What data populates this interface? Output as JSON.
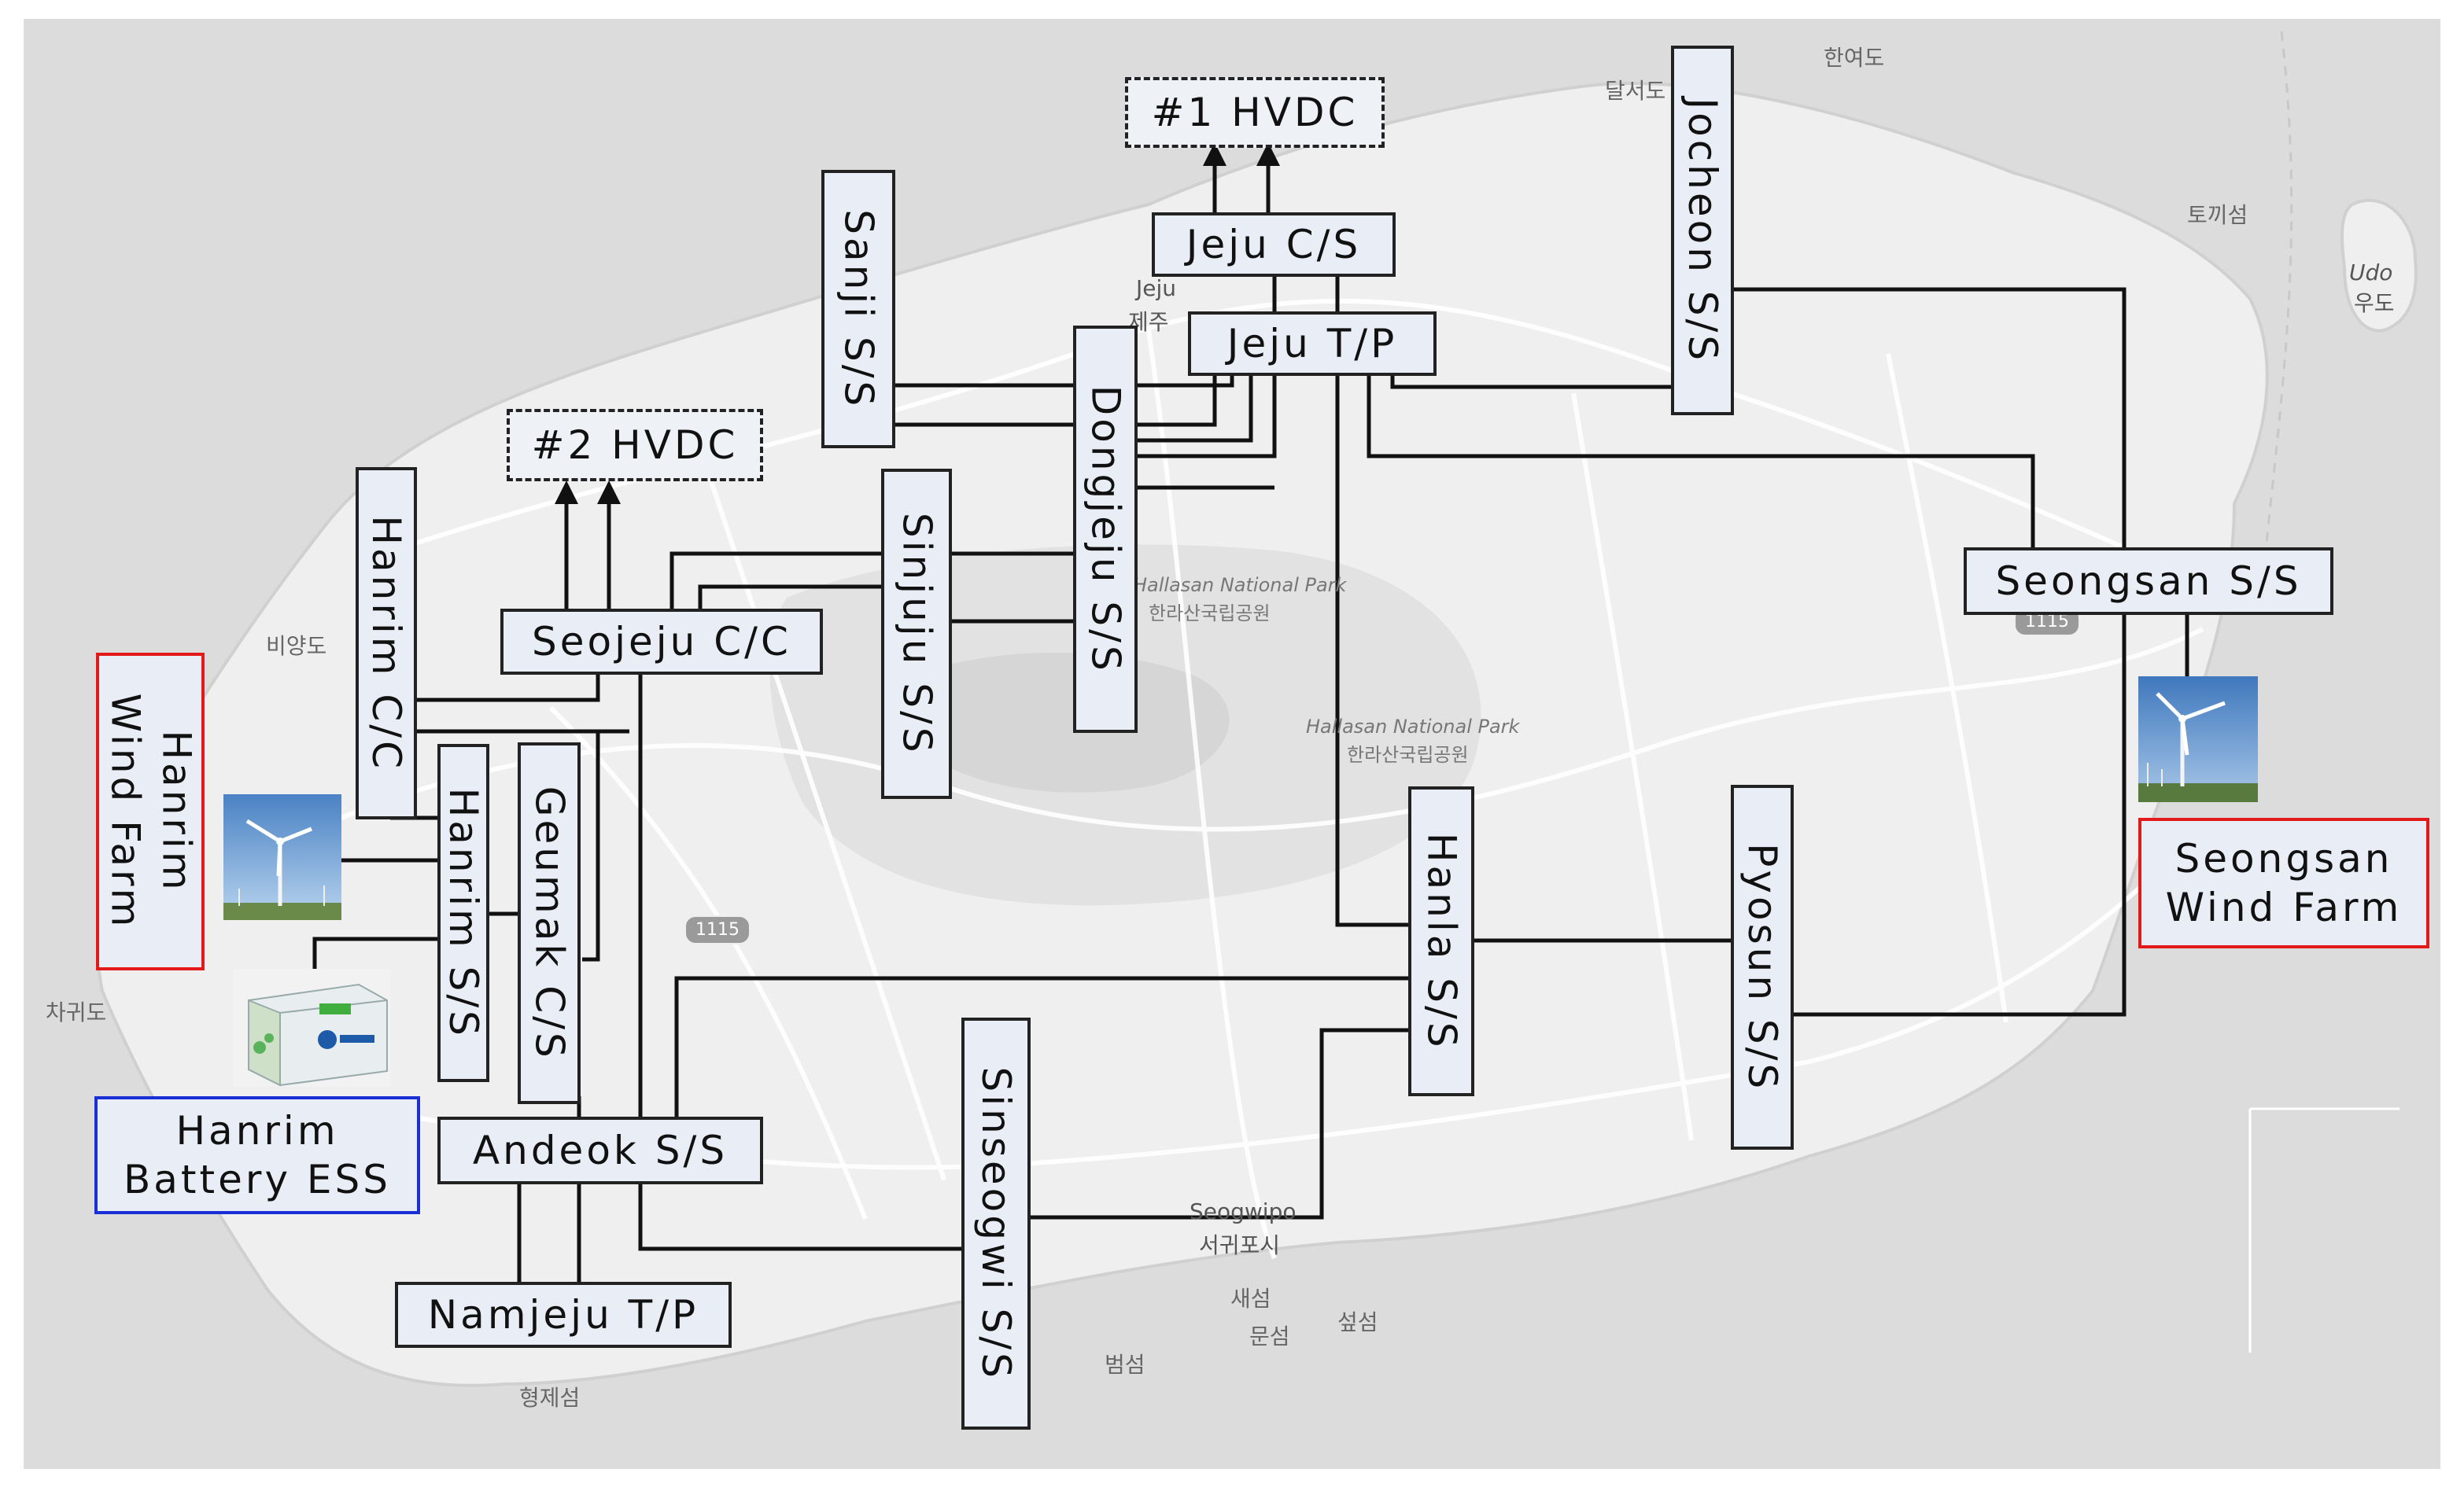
{
  "boxes": {
    "hvdc1": "#1 HVDC",
    "hvdc2": "#2 HVDC",
    "jeju_cs": "Jeju C/S",
    "jeju_tp": "Jeju T/P",
    "sanji": "Sanji S/S",
    "jocheon": "Jocheon S/S",
    "dongjeju": "Dongjeju S/S",
    "sinjuju": "Sinjuju S/S",
    "hanrim_cc": "Hanrim C/C",
    "seojeju": "Seojeju C/C",
    "seongsan_ss": "Seongsan S/S",
    "hanrim_ss": "Hanrim S/S",
    "geumak": "Geumak C/S",
    "hanla": "Hanla S/S",
    "pyosun": "Pyosun S/S",
    "andeok": "Andeok S/S",
    "sinseogwi": "Sinseogwi S/S",
    "namjeju": "Namjeju T/P",
    "hanrim_wf": "Hanrim\nWind Farm",
    "seongsan_wf": "Seongsan\nWind Farm",
    "hanrim_ess": "Hanrim\nBattery ESS"
  },
  "map_labels": {
    "dalseodo": "달서도",
    "hanyeodo": "한여도",
    "jeju_en": "Jeju",
    "jeju_ko": "제주",
    "tokki": "토끼섬",
    "udo_en": "Udo",
    "udo_ko": "우도",
    "biyangdo": "비양도",
    "chagwido": "차귀도",
    "park1_en": "Hallasan National Park",
    "park1_ko": "한라산국립공원",
    "park2_en": "Hallasan National Park",
    "park2_ko": "한라산국립공원",
    "seogwipo_en": "Seogwipo",
    "seogwipo_ko": "서귀포시",
    "saeseom": "새섬",
    "munseom": "문섬",
    "seopseom": "섶섬",
    "beomseom": "범섬",
    "hyeongjeseom": "형제섬",
    "route1": "1115",
    "route2": "1115"
  },
  "colors": {
    "wind_farm_border": "#e21a1a",
    "ess_border": "#1a2fd6",
    "box_fill": "#e9eef6",
    "line": "#111111"
  },
  "icons": {
    "wind_turbine_left": "wind-turbine-icon",
    "wind_turbine_right": "wind-turbine-icon",
    "battery": "battery-container-icon"
  }
}
